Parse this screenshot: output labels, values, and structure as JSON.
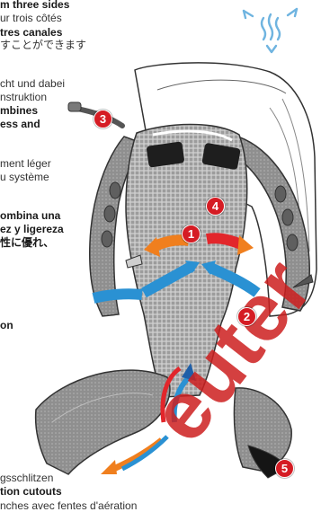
{
  "text": {
    "en_title": "m three sides",
    "fr_line1": "ur trois côtés",
    "es_title": "tres canales",
    "jp_line1": "すことができます",
    "de_line1": "cht und dabei",
    "de_line2": "nstruktion",
    "en_line1": "mbines",
    "en_line2": "ess and",
    "fr_line2": "ment léger",
    "fr_line3": "u système",
    "es_line1": "ombina una",
    "es_line2": "ez y ligereza",
    "jp_line2": "性に優れ、",
    "en_on": "on",
    "de_bottom": "gsschlitzen",
    "en_bottom": "tion cutouts",
    "fr_bottom": "nches avec fentes d'aération"
  },
  "callouts": [
    "1",
    "2",
    "3",
    "4",
    "5"
  ],
  "watermark": "euter",
  "colors": {
    "badge": "#d51c24",
    "arrow_warm": "#f07f1e",
    "arrow_cool": "#2a91d3",
    "arrow_red": "#e2262b",
    "arrow_blue": "#1f5fa8",
    "vent_icon": "#6fb4e0",
    "mesh": "#bcbcbc",
    "straps": "#8a8a8a",
    "hipbelt": "#7a7a7a",
    "pack_body": "#ffffff",
    "outline": "#333333"
  }
}
